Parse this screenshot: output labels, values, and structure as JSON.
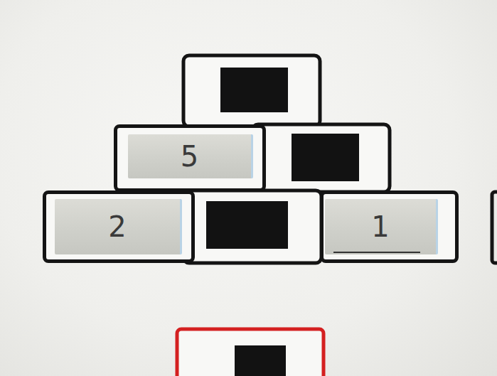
{
  "diagram": {
    "nodes": [
      {
        "text": [
          "5"
        ]
      },
      {
        "text": [
          "2"
        ]
      },
      {
        "text": [
          "1"
        ]
      }
    ]
  }
}
